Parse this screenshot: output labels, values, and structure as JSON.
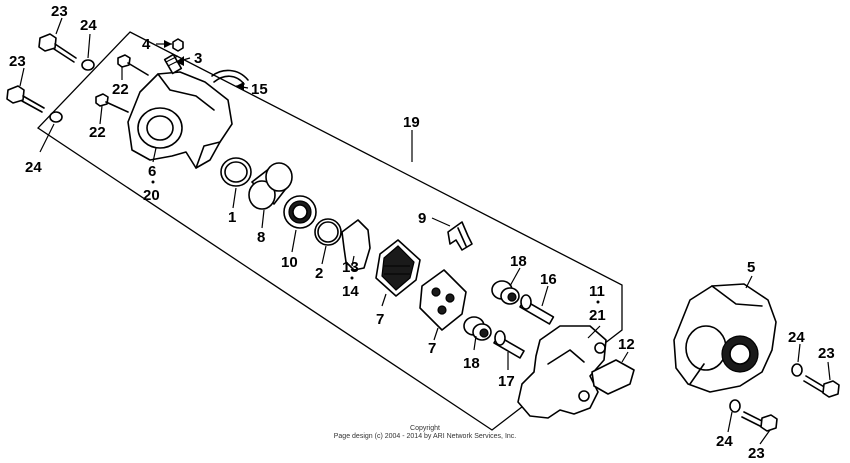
{
  "labels": [
    {
      "id": "l23a",
      "text": "23"
    },
    {
      "id": "l24a",
      "text": "24"
    },
    {
      "id": "l23b",
      "text": "23"
    },
    {
      "id": "l24b",
      "text": "24"
    },
    {
      "id": "l4",
      "text": "4"
    },
    {
      "id": "l3",
      "text": "3"
    },
    {
      "id": "l22a",
      "text": "22"
    },
    {
      "id": "l22b",
      "text": "22"
    },
    {
      "id": "l15",
      "text": "15"
    },
    {
      "id": "l6",
      "text": "6"
    },
    {
      "id": "l20",
      "text": "20"
    },
    {
      "id": "l1",
      "text": "1"
    },
    {
      "id": "l8",
      "text": "8"
    },
    {
      "id": "l10",
      "text": "10"
    },
    {
      "id": "l2",
      "text": "2"
    },
    {
      "id": "l13",
      "text": "13"
    },
    {
      "id": "l14",
      "text": "14"
    },
    {
      "id": "l7a",
      "text": "7"
    },
    {
      "id": "l7b",
      "text": "7"
    },
    {
      "id": "l9",
      "text": "9"
    },
    {
      "id": "l19",
      "text": "19"
    },
    {
      "id": "l18a",
      "text": "18"
    },
    {
      "id": "l16",
      "text": "16"
    },
    {
      "id": "l18b",
      "text": "18"
    },
    {
      "id": "l17",
      "text": "17"
    },
    {
      "id": "l11",
      "text": "11"
    },
    {
      "id": "l21",
      "text": "21"
    },
    {
      "id": "l12",
      "text": "12"
    },
    {
      "id": "l5",
      "text": "5"
    },
    {
      "id": "l24c",
      "text": "24"
    },
    {
      "id": "l23c",
      "text": "23"
    },
    {
      "id": "l24d",
      "text": "24"
    },
    {
      "id": "l23d",
      "text": "23"
    }
  ],
  "copyright": {
    "line1": "Copyright",
    "line2": "Page design (c) 2004 - 2014 by ARI Network Services, Inc."
  }
}
